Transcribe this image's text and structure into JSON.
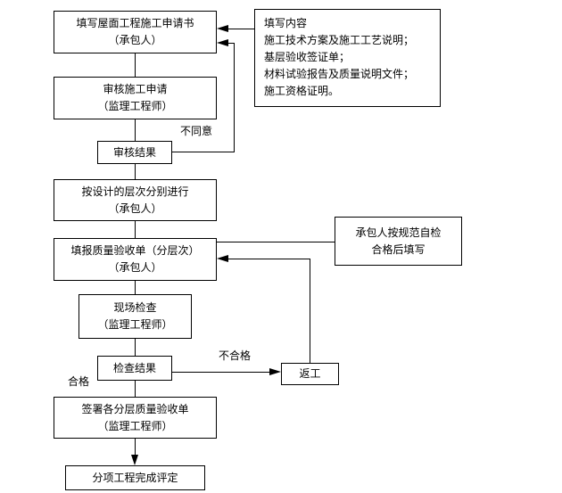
{
  "canvas": {
    "background": "#ffffff",
    "line_color": "#000000"
  },
  "nodes": {
    "apply": {
      "line1": "填写屋面工程施工申请书",
      "line2": "（承包人）"
    },
    "review": {
      "line1": "审核施工申请",
      "line2": "（监理工程师）"
    },
    "review_result": {
      "line1": "审核结果"
    },
    "layers": {
      "line1": "按设计的层次分别进行",
      "line2": "（承包人）"
    },
    "quality_form": {
      "line1": "填报质量验收单（分层次）",
      "line2": "（承包人）"
    },
    "site_inspection": {
      "line1": "现场检查",
      "line2": "（监理工程师）"
    },
    "inspection_result": {
      "line1": "检查结果"
    },
    "sign_acceptance": {
      "line1": "签署各分层质量验收单",
      "line2": "（监理工程师）"
    },
    "completion": {
      "line1": "分项工程完成评定"
    },
    "fill_content": {
      "lines": [
        "填写内容",
        "施工技术方案及施工工艺说明；",
        "基层验收签证单；",
        "材料试验报告及质量说明文件；",
        "施工资格证明。"
      ]
    },
    "self_check": {
      "line1": "承包人按规范自检",
      "line2": "合格后填写"
    },
    "rework": {
      "line1": "返工"
    }
  },
  "edge_labels": {
    "disagree": "不同意",
    "qualified": "合格",
    "unqualified": "不合格"
  }
}
